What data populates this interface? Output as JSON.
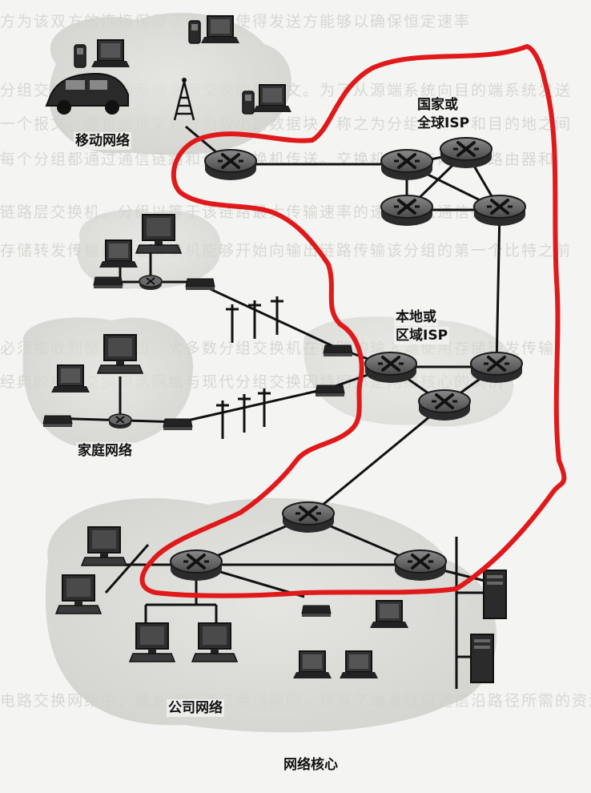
{
  "labels": {
    "mobile": "移动网络",
    "national_isp_line1": "国家或",
    "national_isp_line2": "全球ISP",
    "local_isp_line1": "本地或",
    "local_isp_line2": "区域ISP",
    "home": "家庭网络",
    "company": "公司网络",
    "core": "网络核心"
  },
  "background_text": [
    "方为该双方的连接保留了带宽，使得发送方能够以确保恒定速率",
    "分组交换网中，端系统之间交换的是报文。为了从源端系统向目的端系统发送",
    "一个报文，源将长报文划分为较小的数据块，称之为分组。在源和目的地之间",
    "每个分组都通过通信链路和分组交换机传送。交换机主要有两类：路由器和",
    "链路层交换机。分组以等于该链路最大传输速率的速度通过通信链路。",
    "存储转发传输是指在交换机能够开始向输出链路传输该分组的第一个比特之前",
    "必须接收到整个分组。大多数分组交换机在链路的输入端使用存储转发传输",
    "经典的电路交换电话网络与现代分组交换因特网都是网络核心的实例",
    "电路交换网络中，端系统间通信会话期间，预留了端系统间通信沿路径所需的资源"
  ],
  "colors": {
    "highlight": "#e0191b",
    "router": "#6e6e6e",
    "link": "#111111",
    "cloud": "#dcdcd8"
  }
}
